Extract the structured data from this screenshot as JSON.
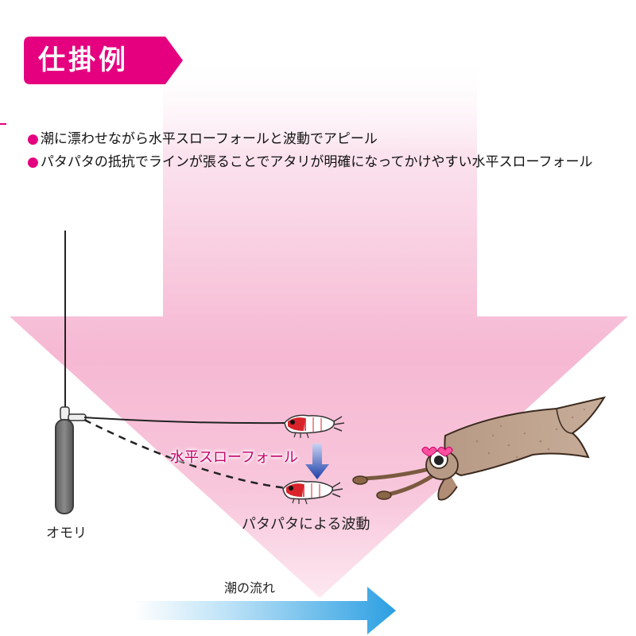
{
  "title": "仕掛例",
  "bullets": [
    "潮に漂わせながら水平スローフォールと波動でアピール",
    "パタパタの抵抗でラインが張ることでアタリが明確になってかけやすい水平スローフォール"
  ],
  "labels": {
    "sinker": "オモリ",
    "horizontal_fall": "水平スローフォール",
    "wave_motion": "パタパタによる波動",
    "tide_flow": "潮の流れ"
  },
  "colors": {
    "accent": "#e4007f",
    "pink_arrow": "#f7b9d3",
    "blue_arrow": "#3aa9e6",
    "fall_arrow": "#1c3fa8"
  },
  "icons": [
    "sinker-icon",
    "shrimp-lure-icon",
    "squid-icon",
    "fall-arrow-icon",
    "tide-arrow-icon"
  ]
}
